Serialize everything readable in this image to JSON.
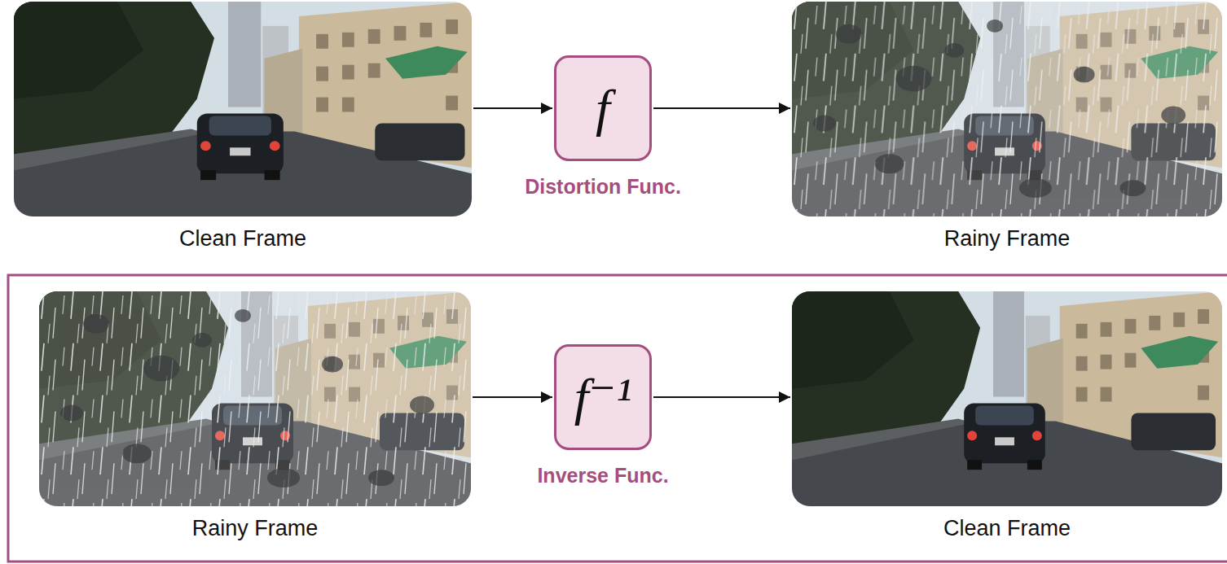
{
  "diagram": {
    "nodes": [
      {
        "text": [
          "Clean Frame"
        ]
      },
      {
        "text": [
          "f",
          "Distortion Func."
        ]
      },
      {
        "text": [
          "Rainy Frame"
        ]
      },
      {
        "text": [
          "Rainy Frame"
        ]
      },
      {
        "text": [
          "f⁻¹",
          "Inverse Func."
        ]
      },
      {
        "text": [
          "Clean Frame"
        ]
      }
    ],
    "edges": [
      {
        "from": 0,
        "to": 1,
        "arrow": "to"
      },
      {
        "from": 1,
        "to": 2,
        "arrow": "to"
      },
      {
        "from": 3,
        "to": 4,
        "arrow": "to"
      },
      {
        "from": 4,
        "to": 5,
        "arrow": "to"
      }
    ]
  }
}
